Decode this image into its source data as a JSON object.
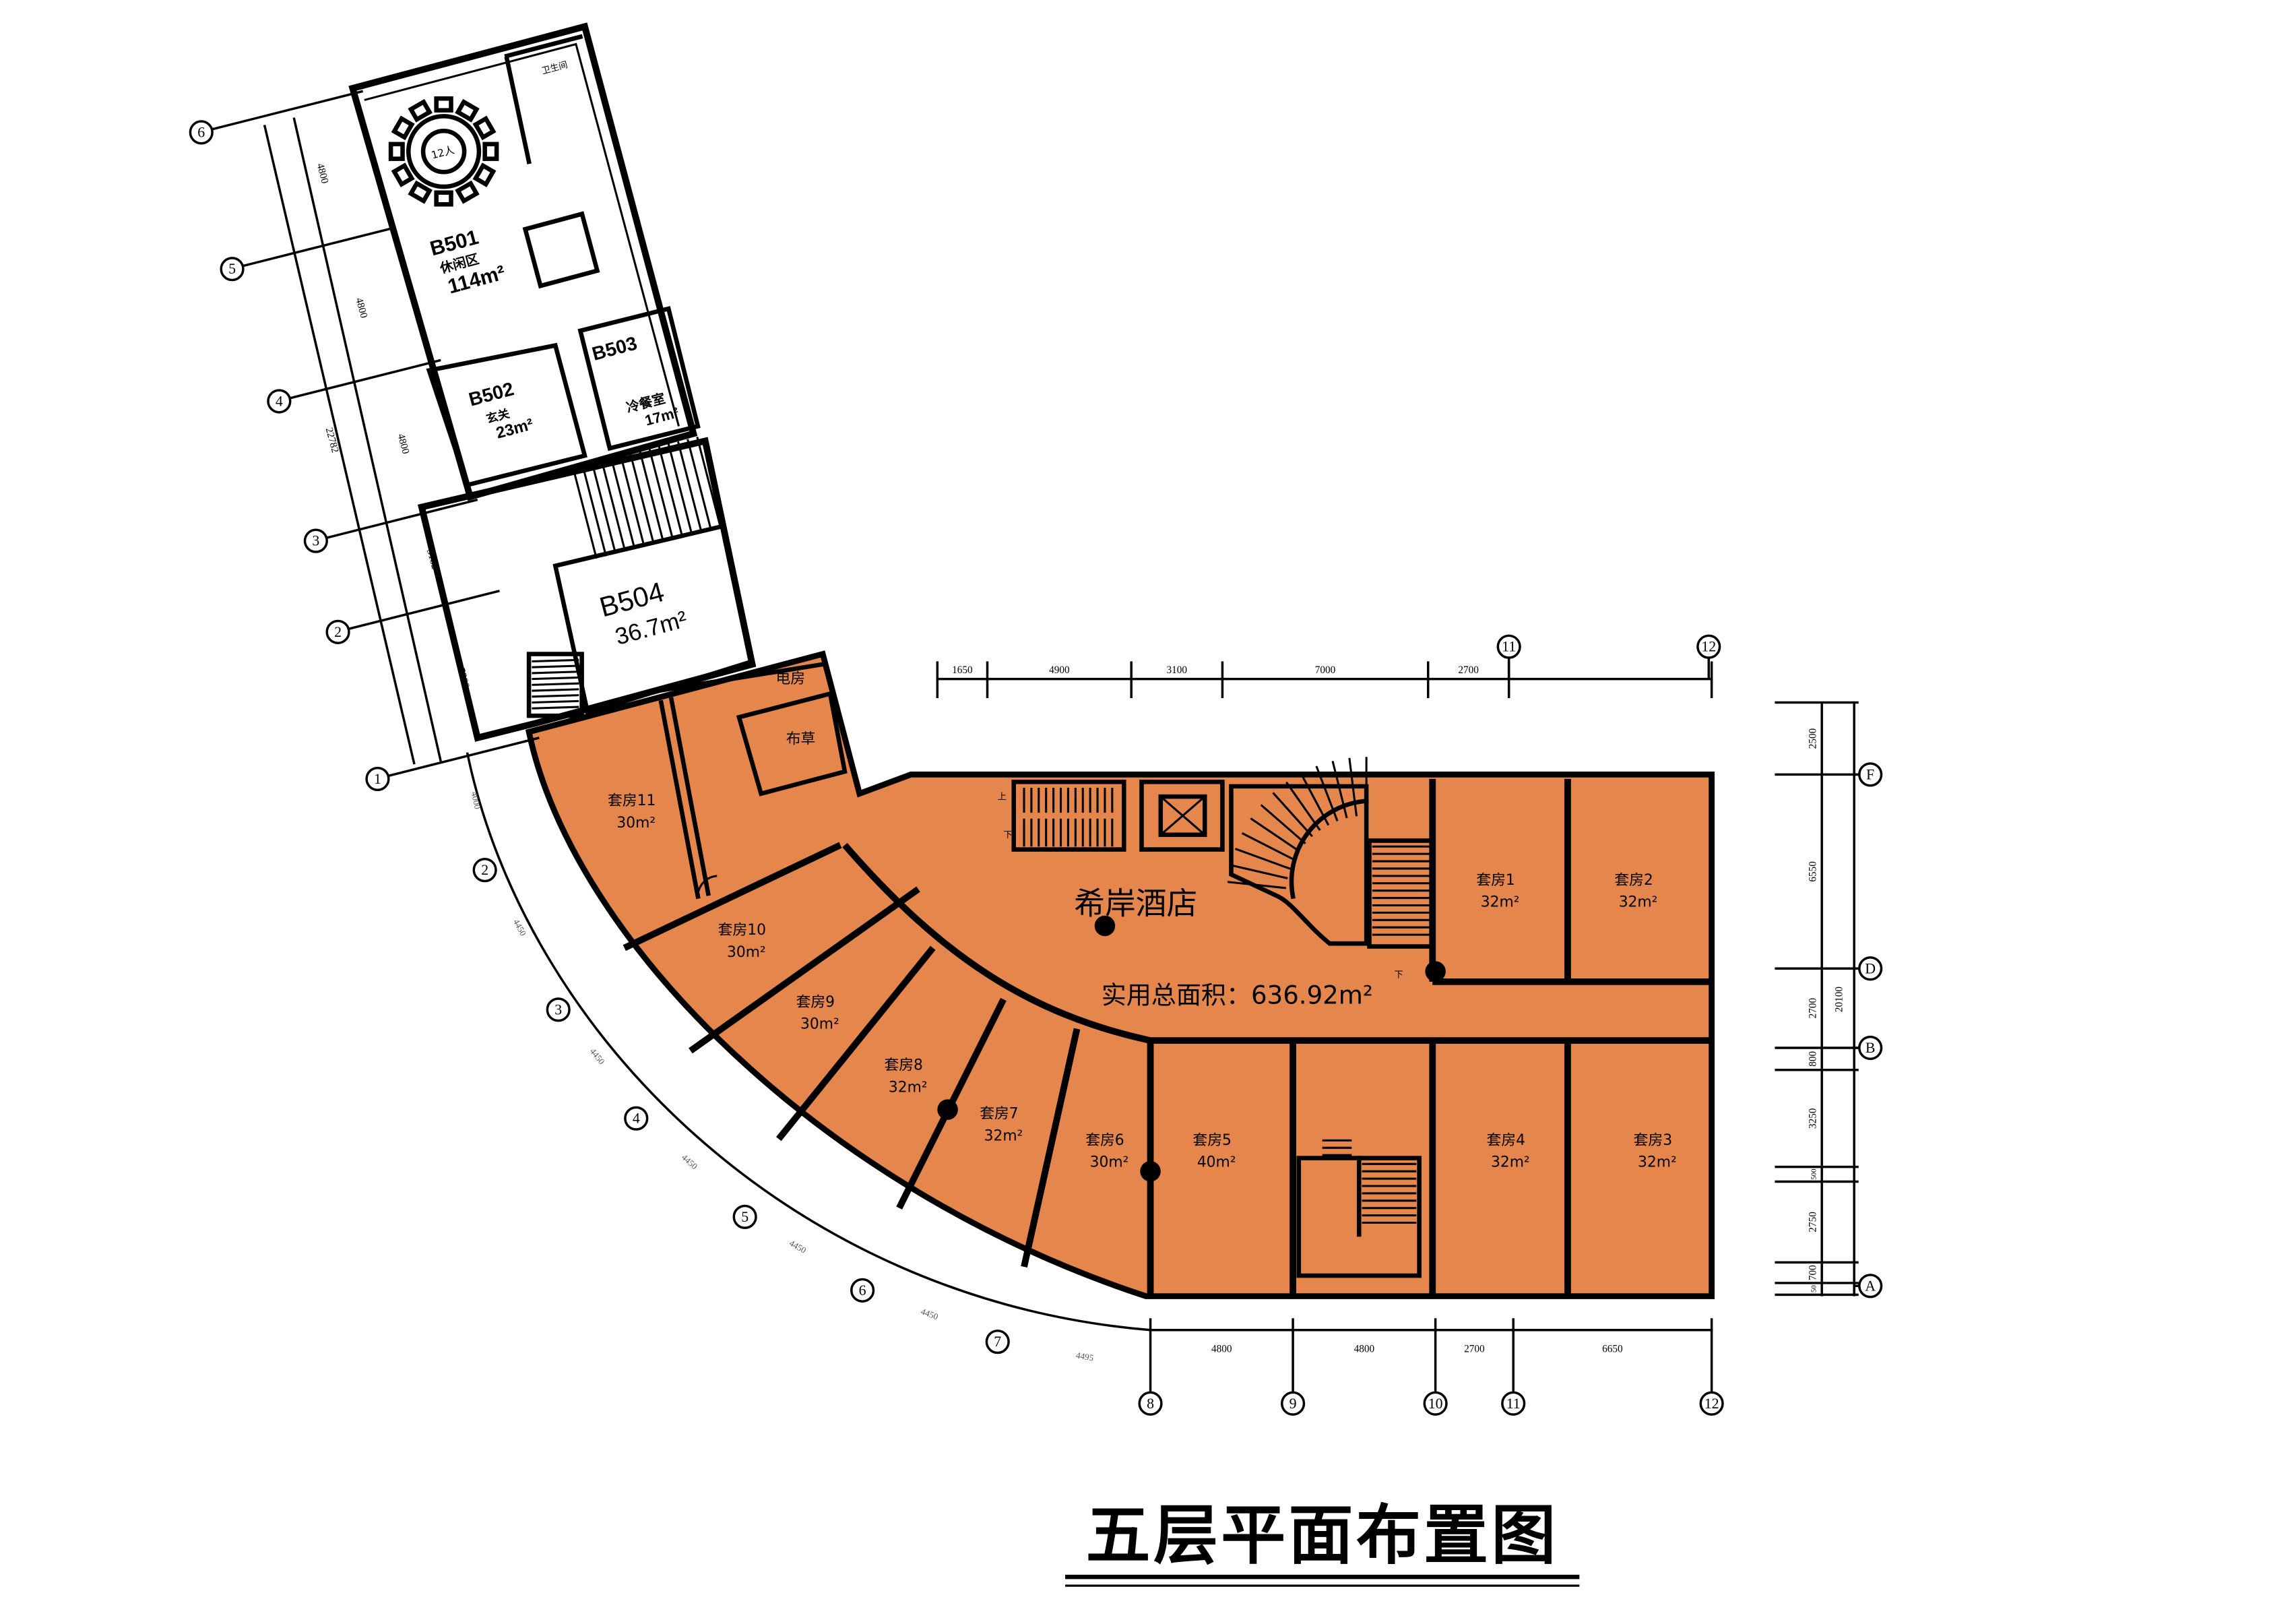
{
  "title": "五层平面布置图",
  "colors": {
    "room_fill": "#E5874D",
    "line": "#000000"
  },
  "hotel_name": "希岸酒店",
  "total_area": "实用总面积：636.92m²",
  "upper_rooms": [
    {
      "code": "B501",
      "name": "休闲区",
      "area": "114m²",
      "extra": "12人"
    },
    {
      "code": "B502",
      "name": "玄关",
      "area": "23m²"
    },
    {
      "code": "B503",
      "name": "冷餐室",
      "area": "17m²"
    },
    {
      "code": "B504",
      "area": "36.7m²"
    }
  ],
  "washroom": "卫生间",
  "service_rooms": [
    "电房",
    "布草"
  ],
  "suites": [
    {
      "name": "套房1",
      "area": "32m²"
    },
    {
      "name": "套房2",
      "area": "32m²"
    },
    {
      "name": "套房3",
      "area": "32m²"
    },
    {
      "name": "套房4",
      "area": "32m²"
    },
    {
      "name": "套房5",
      "area": "40m²"
    },
    {
      "name": "套房6",
      "area": "30m²"
    },
    {
      "name": "套房7",
      "area": "32m²"
    },
    {
      "name": "套房8",
      "area": "32m²"
    },
    {
      "name": "套房9",
      "area": "30m²"
    },
    {
      "name": "套房10",
      "area": "30m²"
    },
    {
      "name": "套房11",
      "area": "30m²"
    }
  ],
  "stair_marks": {
    "up": "上",
    "down": "下"
  },
  "dims_top": [
    "1650",
    "4900",
    "3100",
    "7000",
    "2700"
  ],
  "dims_bottom": [
    "4800",
    "4800",
    "2700",
    "6650"
  ],
  "dims_right": [
    "2500",
    "6550",
    "2700",
    "800",
    "3250",
    "500",
    "2750",
    "700",
    "50"
  ],
  "dims_right_total": "20100",
  "dims_left": [
    "4800",
    "4800",
    "4800",
    "3182",
    "5200"
  ],
  "dims_left_total": "22782",
  "dims_arc": [
    "4000",
    "4450",
    "4450",
    "4450",
    "4450",
    "4450",
    "4495"
  ],
  "axes_top": [
    "11",
    "12"
  ],
  "axes_bottom": [
    "8",
    "9",
    "10",
    "11",
    "12"
  ],
  "axes_right": [
    "F",
    "D",
    "B",
    "A"
  ],
  "axes_left": [
    "6",
    "5",
    "4",
    "3",
    "2",
    "1"
  ],
  "axes_arc": [
    "2",
    "3",
    "4",
    "5",
    "6",
    "7"
  ]
}
